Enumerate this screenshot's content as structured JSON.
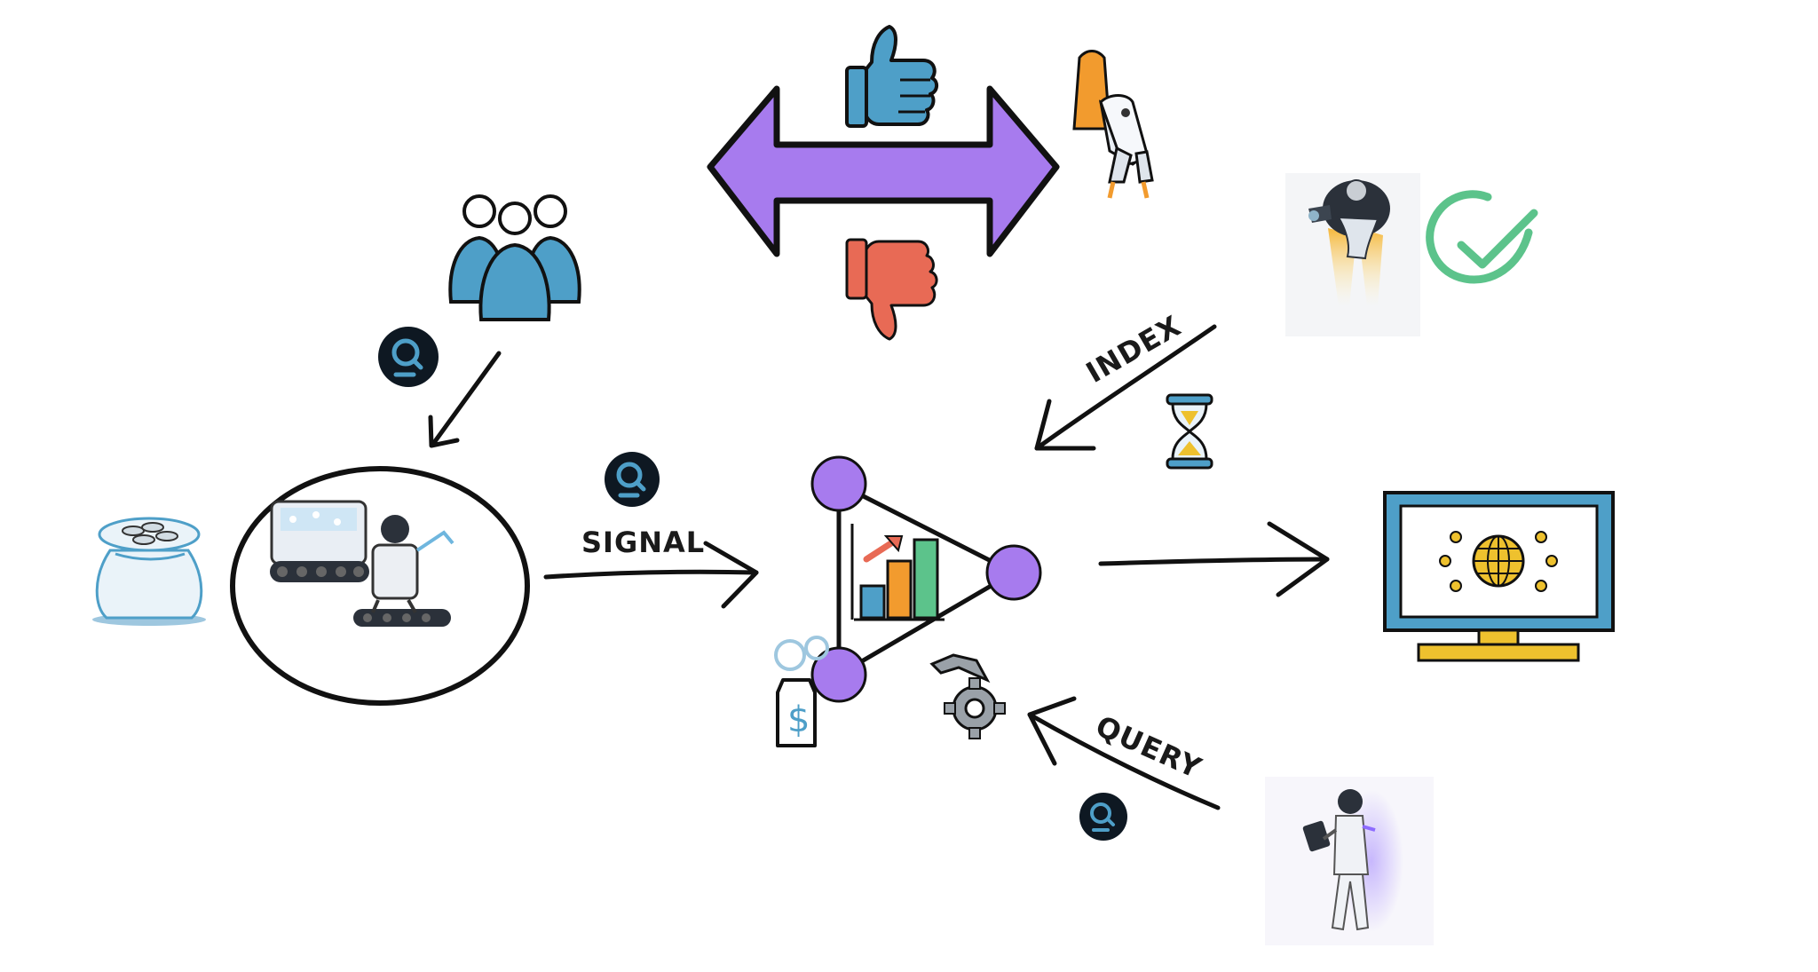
{
  "labels": {
    "signal": "SIGNAL",
    "index": "INDEX",
    "query": "QUERY"
  },
  "colors": {
    "purple": "#A77BEE",
    "blue": "#4E9FC8",
    "red": "#E86A55",
    "green": "#5CC38B",
    "gold": "#EEC12E",
    "dark": "#101820",
    "orange": "#F29B2E"
  },
  "icons": [
    "people-group-icon",
    "graph-token-icon",
    "coin-bag-icon",
    "robot-miner-icon",
    "thumbs-up-icon",
    "thumbs-down-icon",
    "rocket-icon",
    "jetpack-astronaut-icon",
    "check-circle-icon",
    "hourglass-icon",
    "subgraph-chart-icon",
    "price-tag-icon",
    "gears-icon",
    "monitor-globe-icon",
    "astronaut-tablet-icon"
  ]
}
